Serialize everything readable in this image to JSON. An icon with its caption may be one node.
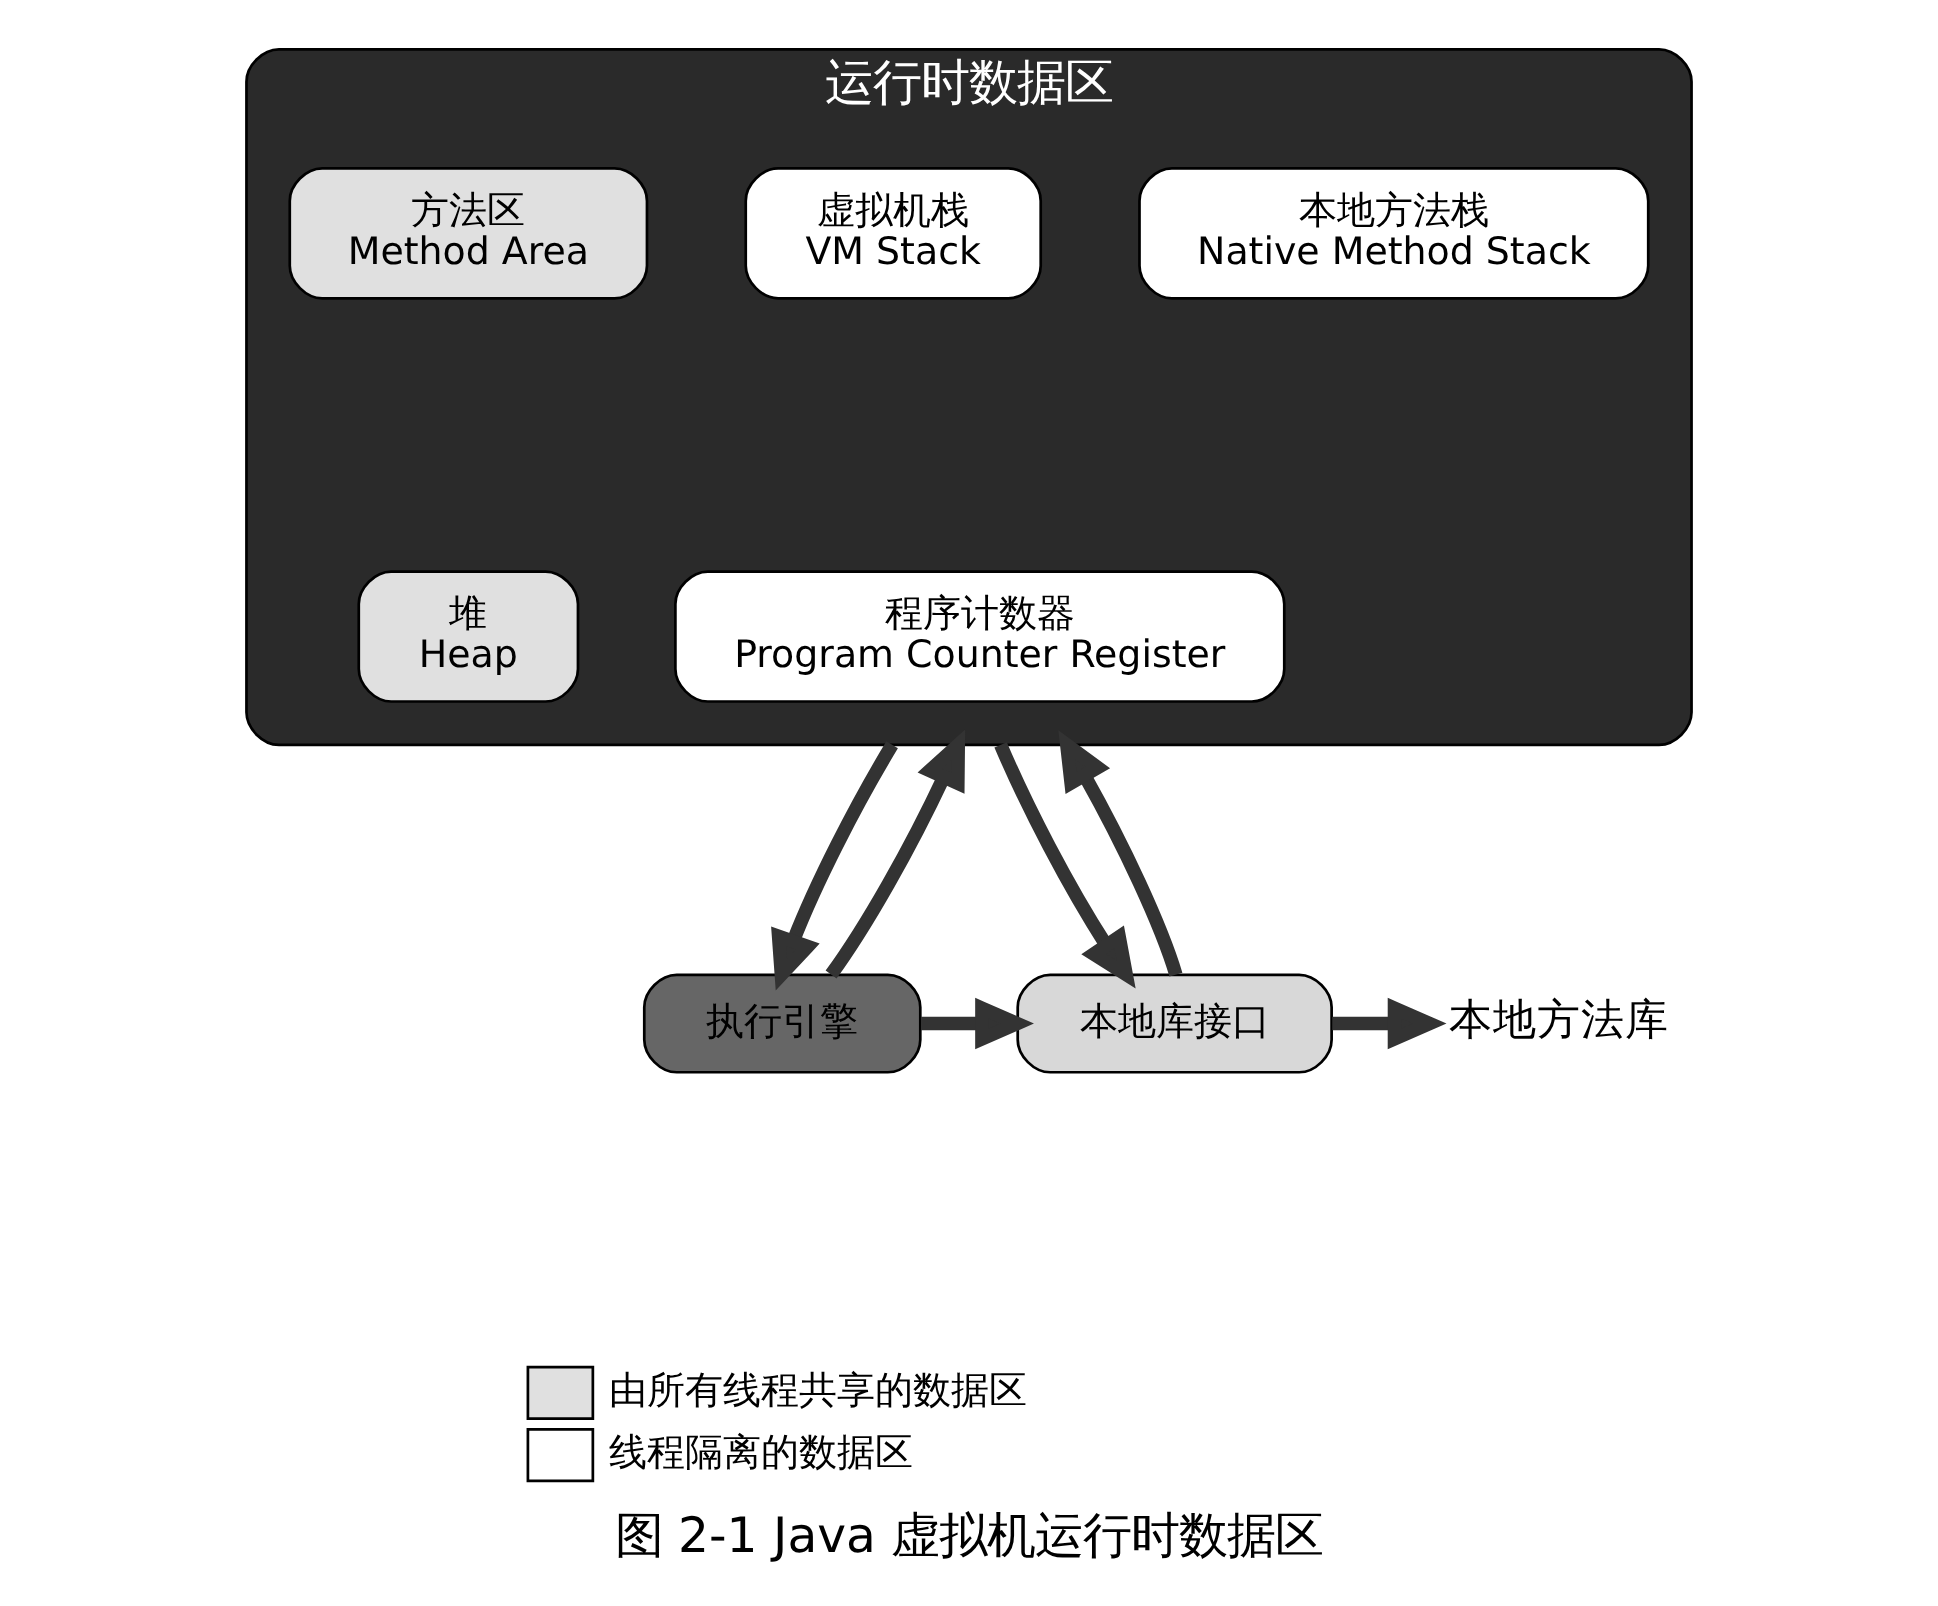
{
  "diagram": {
    "caption": "图 2-1 Java 虚拟机运行时数据区",
    "nodes": [
      {
        "text": [
          "运行时数据区"
        ]
      },
      {
        "text": [
          "方法区",
          "Method Area"
        ],
        "in": 0
      },
      {
        "text": [
          "虚拟机栈",
          "VM Stack"
        ],
        "in": 0
      },
      {
        "text": [
          "本地方法栈",
          "Native Method Stack"
        ],
        "in": 0
      },
      {
        "text": [
          "堆",
          "Heap"
        ],
        "in": 0
      },
      {
        "text": [
          "程序计数器",
          "Program Counter Register"
        ],
        "in": 0
      },
      {
        "text": [
          "执行引擎"
        ]
      },
      {
        "text": [
          "本地库接口"
        ]
      },
      {
        "text": [
          "本地方法库"
        ]
      }
    ],
    "edges": [
      {
        "from": 0,
        "to": 6,
        "arrow": "to"
      },
      {
        "from": 6,
        "to": 0,
        "arrow": "to"
      },
      {
        "from": 0,
        "to": 7,
        "arrow": "to"
      },
      {
        "from": 7,
        "to": 0,
        "arrow": "to"
      },
      {
        "from": 6,
        "to": 7,
        "arrow": "to"
      },
      {
        "from": 7,
        "to": 8,
        "arrow": "to"
      }
    ],
    "legend": [
      {
        "text": "由所有线程共享的数据区",
        "color": "#e0e0e0"
      },
      {
        "text": "线程隔离的数据区",
        "color": "#ffffff"
      }
    ]
  }
}
